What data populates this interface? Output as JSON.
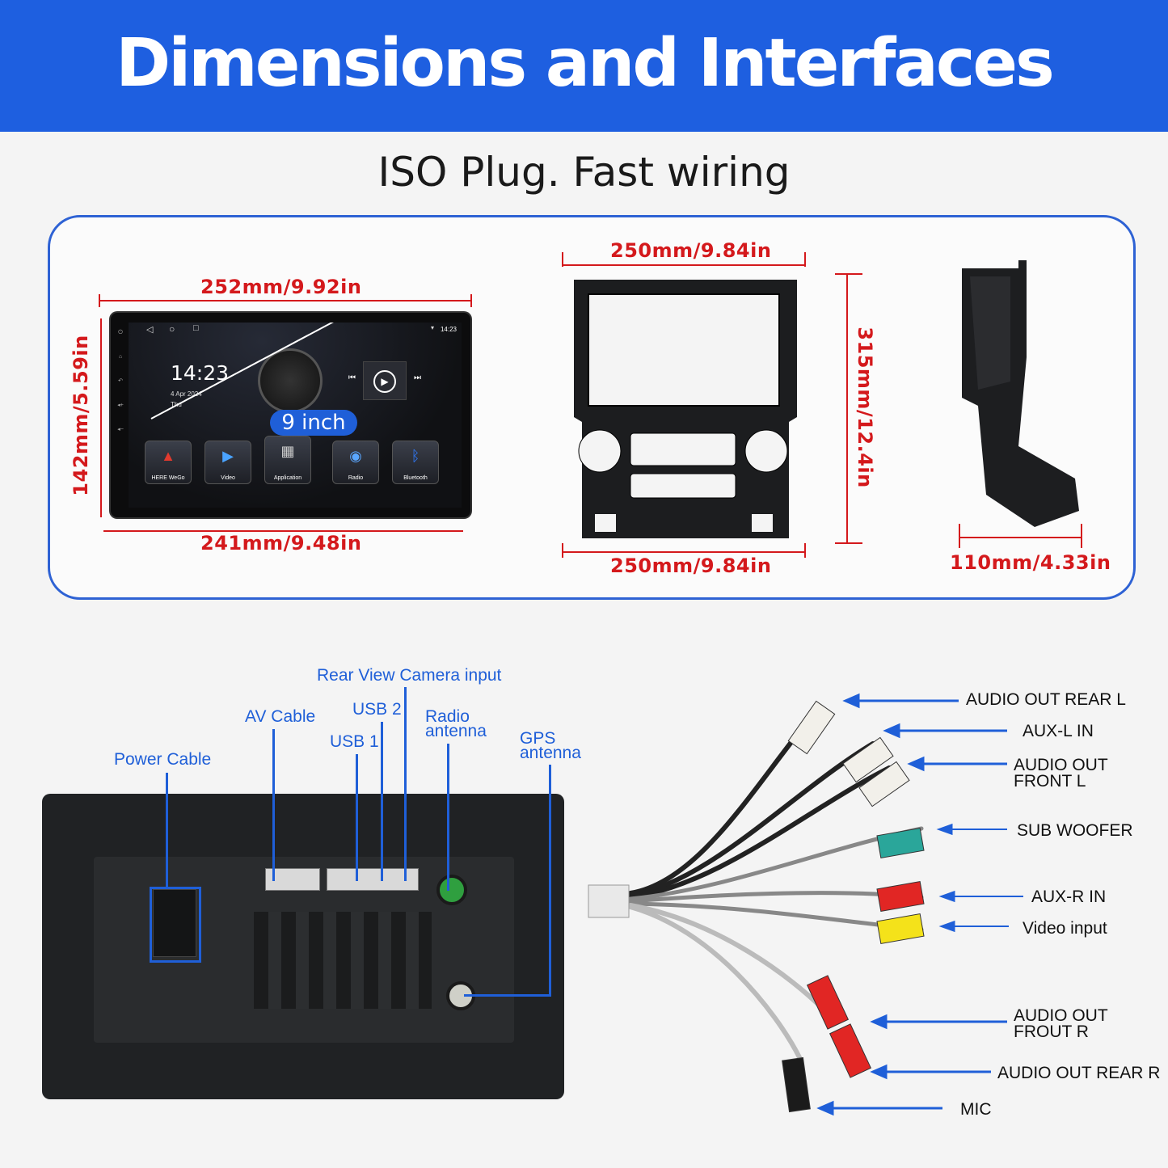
{
  "banner": {
    "title": "Dimensions and Interfaces",
    "color": "#1e5fe0"
  },
  "subtitle": "ISO Plug. Fast wiring",
  "dimensions": {
    "screen_top_width": "252mm/9.92in",
    "screen_bottom_width": "241mm/9.48in",
    "screen_height": "142mm/5.59in",
    "frame_top_width": "250mm/9.84in",
    "frame_bottom_width": "250mm/9.84in",
    "frame_height": "315mm/12.4in",
    "bracket_depth": "110mm/4.33in",
    "accent_color": "#d4191c"
  },
  "tablet": {
    "time": "14:23",
    "date": "4 Apr 2024",
    "day": "Thu",
    "status_time": "14:23",
    "size_badge": "9 inch",
    "apps": [
      {
        "label": "HERE WeGo",
        "icon": "navigation-icon"
      },
      {
        "label": "Video",
        "icon": "video-icon"
      },
      {
        "label": "Application",
        "icon": "apps-grid-icon"
      },
      {
        "label": "Radio",
        "icon": "radio-icon"
      },
      {
        "label": "Bluetooth",
        "icon": "bluetooth-icon"
      }
    ]
  },
  "interfaces": {
    "rear_camera": "Rear View Camera input",
    "av_cable": "AV Cable",
    "usb2": "USB 2",
    "usb1": "USB 1",
    "radio_antenna_1": "Radio",
    "radio_antenna_2": "antenna",
    "gps_antenna_1": "GPS",
    "gps_antenna_2": "antenna",
    "power_cable": "Power Cable",
    "label_color": "#1f5fd8"
  },
  "cable_labels": {
    "audio_out_rear_l": "AUDIO OUT REAR L",
    "aux_l_in": "AUX-L IN",
    "audio_out_front_l_1": "AUDIO OUT",
    "audio_out_front_l_2": "FRONT L",
    "sub_woofer": "SUB WOOFER",
    "aux_r_in": "AUX-R IN",
    "video_input": "Video input",
    "audio_out_frout_r_1": "AUDIO OUT",
    "audio_out_frout_r_2": "FROUT R",
    "audio_out_rear_r": "AUDIO OUT REAR R",
    "mic": "MIC"
  }
}
